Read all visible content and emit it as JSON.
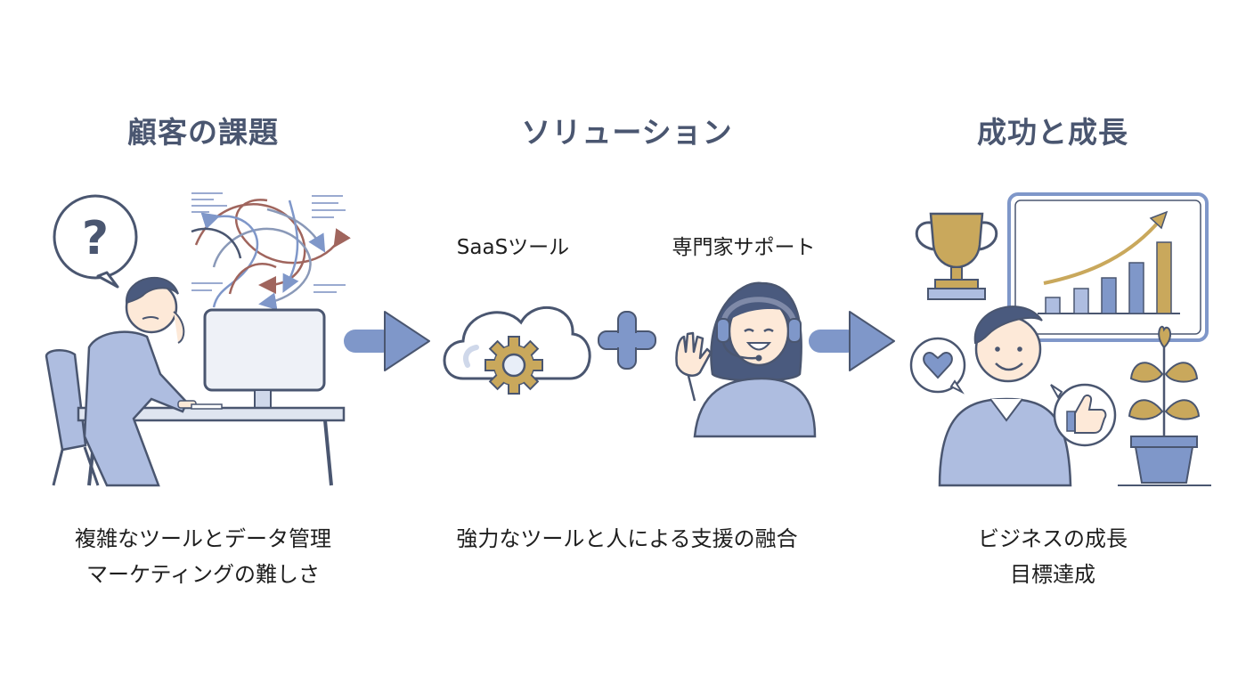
{
  "sections": [
    {
      "heading": "顧客の課題",
      "caption_lines": [
        "複雑なツールとデータ管理",
        "マーケティングの難しさ"
      ]
    },
    {
      "heading": "ソリューション",
      "caption_lines": [
        "強力なツールと人による支援の融合"
      ],
      "items": [
        "SaaSツール",
        "専門家サポート"
      ]
    },
    {
      "heading": "成功と成長",
      "caption_lines": [
        "ビジネスの成長",
        "目標達成"
      ]
    }
  ],
  "colors": {
    "heading": "#4a5670",
    "accent_blue": "#7f97c9",
    "light_blue": "#aebde0",
    "gold": "#c9a85c",
    "outline": "#4a5670"
  },
  "icons": [
    "question-bubble-icon",
    "tangled-arrows-icon",
    "cloud-gear-icon",
    "plus-icon",
    "headset-icon",
    "trophy-icon",
    "growth-chart-icon",
    "heart-bubble-icon",
    "thumbs-up-bubble-icon",
    "plant-icon",
    "arrow-right-icon"
  ]
}
